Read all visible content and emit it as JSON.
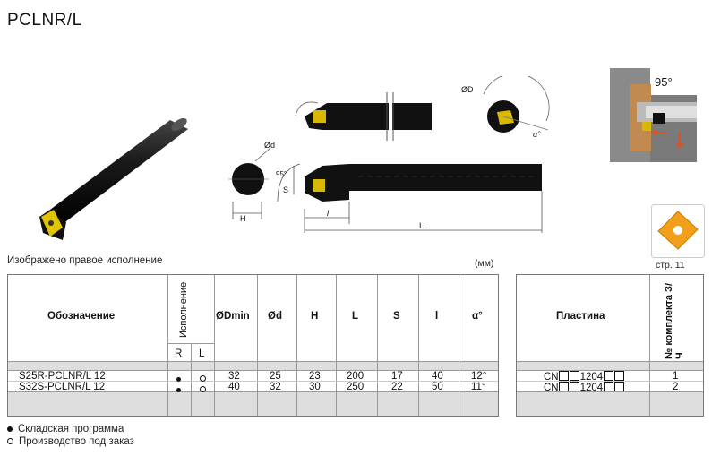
{
  "title": "PCLNR/L",
  "caption": "Изображено правое исполнение",
  "units": "(мм)",
  "insert_page": "стр. 11",
  "angle_label": "95°",
  "drawing_labels": {
    "d": "Ød",
    "D": "ØD",
    "H": "H",
    "S": "S",
    "l": "l",
    "L": "L",
    "alpha": "α°",
    "kappa": "95°"
  },
  "table": {
    "headers": {
      "designation": "Обозначение",
      "version": "Исполнение",
      "R": "R",
      "L": "L",
      "Dmin": "ØDmin",
      "d": "Ød",
      "H": "H",
      "Lcol": "L",
      "S": "S",
      "l": "l",
      "alpha": "α°"
    },
    "rows": [
      {
        "designation": "S25R-PCLNR/L 12",
        "R": "filled",
        "L": "hollow",
        "Dmin": "32",
        "d": "25",
        "H": "23",
        "Lval": "200",
        "S": "17",
        "l": "40",
        "alpha": "12°"
      },
      {
        "designation": "S32S-PCLNR/L 12",
        "R": "filled",
        "L": "hollow",
        "Dmin": "40",
        "d": "32",
        "H": "30",
        "Lval": "250",
        "S": "22",
        "l": "50",
        "alpha": "11°"
      }
    ]
  },
  "insert_table": {
    "headers": {
      "plate": "Пластина",
      "set_no": "№ комплекта З/Ч"
    },
    "rows": [
      {
        "prefix": "CN",
        "code": "1204",
        "set_no": "1"
      },
      {
        "prefix": "CN",
        "code": "1204",
        "set_no": "2"
      }
    ]
  },
  "legend": {
    "stock": "Складская программа",
    "order": "Производство под заказ"
  }
}
